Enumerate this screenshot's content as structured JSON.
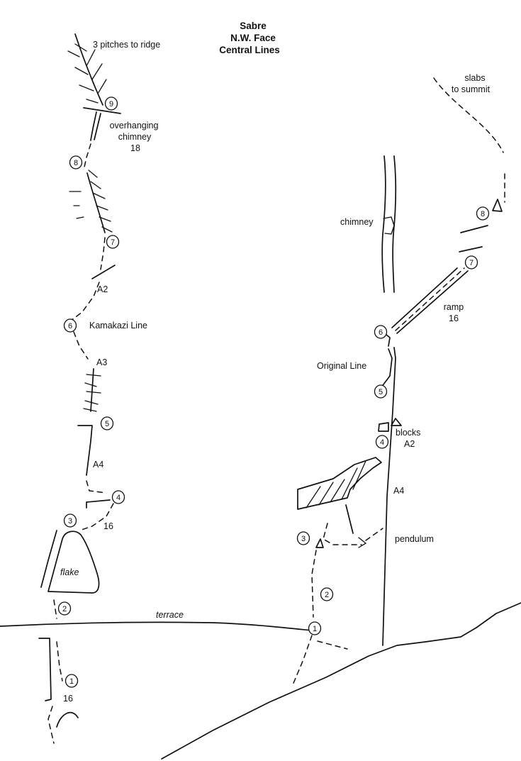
{
  "title": [
    "Sabre",
    "N.W. Face",
    "Central Lines"
  ],
  "labels": {
    "pitches_to_ridge": "3 pitches to ridge",
    "overhanging_1": "overhanging",
    "overhanging_2": "chimney",
    "overhanging_3": "18",
    "kamakazi": "Kamakazi Line",
    "a2_left": "A2",
    "a3": "A3",
    "a4_left": "A4",
    "sixteen_left": "16",
    "flake": "flake",
    "terrace": "terrace",
    "sixteen_bottom": "16",
    "slabs_1": "slabs",
    "slabs_2": "to summit",
    "chimney": "chimney",
    "ramp": "ramp",
    "ramp_grade": "16",
    "original_line": "Original Line",
    "blocks": "blocks",
    "blocks_grade": "A2",
    "a4_right": "A4",
    "pendulum": "pendulum"
  },
  "belays_left": [
    "9",
    "8",
    "7",
    "6",
    "5",
    "4",
    "3",
    "2",
    "1"
  ],
  "belays_right": [
    "8",
    "7",
    "6",
    "5",
    "4",
    "3",
    "2",
    "1"
  ]
}
